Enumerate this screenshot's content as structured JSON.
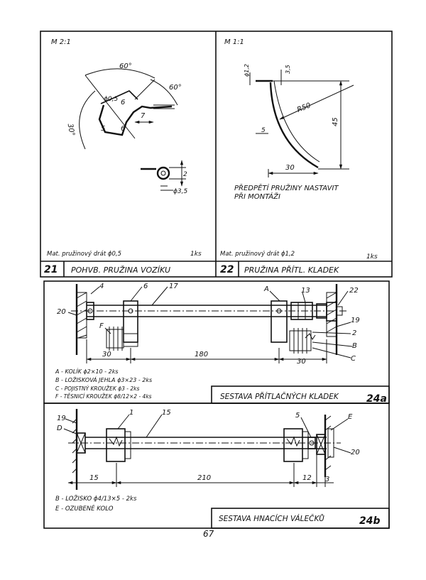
{
  "page_number": "67",
  "part21": {
    "scale": "M 2:1",
    "number": "21",
    "title": "POHVB. PRUŽINA VOZÍKU",
    "material": "Mat. pružinový drát ϕ0,5",
    "quantity": "1ks",
    "dims": {
      "angle_outer": "60°",
      "angle_inner": "60°",
      "angle_side": "30°",
      "wire_dia": "ϕ0,5",
      "d6": "6",
      "d5": "5",
      "d6b": "6",
      "d7": "7",
      "d2": "2",
      "coil_dia": "ϕ3,5"
    }
  },
  "part22": {
    "scale": "M 1:1",
    "number": "22",
    "title": "PRUŽINA PŘÍTL. KLADEK",
    "material": "Mat. pružinový drát ϕ1,2",
    "quantity": "1ks",
    "note_line1": "PŘEDPĚTÍ PRUŽINY NASTAVIT",
    "note_line2": "PŘI MONTÁŽI",
    "dims": {
      "wire_dia": "ϕ1,2",
      "d35": "3,5",
      "radius": "R50",
      "d45": "45",
      "d5": "5",
      "d30": "30"
    }
  },
  "assembly24a": {
    "title": "SESTAVA PŘÍTLAČNÝCH KLADEK",
    "number": "24a",
    "callouts": {
      "c4": "4",
      "c6": "6",
      "c17": "17",
      "cA": "A",
      "c13": "13",
      "c22": "22",
      "c20": "20",
      "c19": "19",
      "c2": "2",
      "cB": "B",
      "cC": "C",
      "cF": "F"
    },
    "dims": {
      "d30a": "30",
      "d180": "180",
      "d30b": "30"
    },
    "legend": [
      "A - KOLÍK ϕ2×10 - 2ks",
      "B - LOŽISKOVÁ JEHLA ϕ3×23 - 2ks",
      "C - POJISTNÝ KROUŽEK ϕ3 - 2ks",
      "F - TĚSNICÍ KROUŽEK ϕ8/12×2 - 4ks"
    ]
  },
  "assembly24b": {
    "title": "SESTAVA HNACÍCH VÁLEČKŮ",
    "number": "24b",
    "callouts": {
      "c19": "19",
      "cD": "D",
      "c1": "1",
      "c15": "15",
      "c5": "5",
      "cE": "E",
      "c20": "20"
    },
    "dims": {
      "d15": "15",
      "d210": "210",
      "d12": "12",
      "d3": "3"
    },
    "legend": [
      "B - LOŽISKO ϕ4/13×5 - 2ks",
      "E - OZUBENÉ KOLO"
    ]
  }
}
